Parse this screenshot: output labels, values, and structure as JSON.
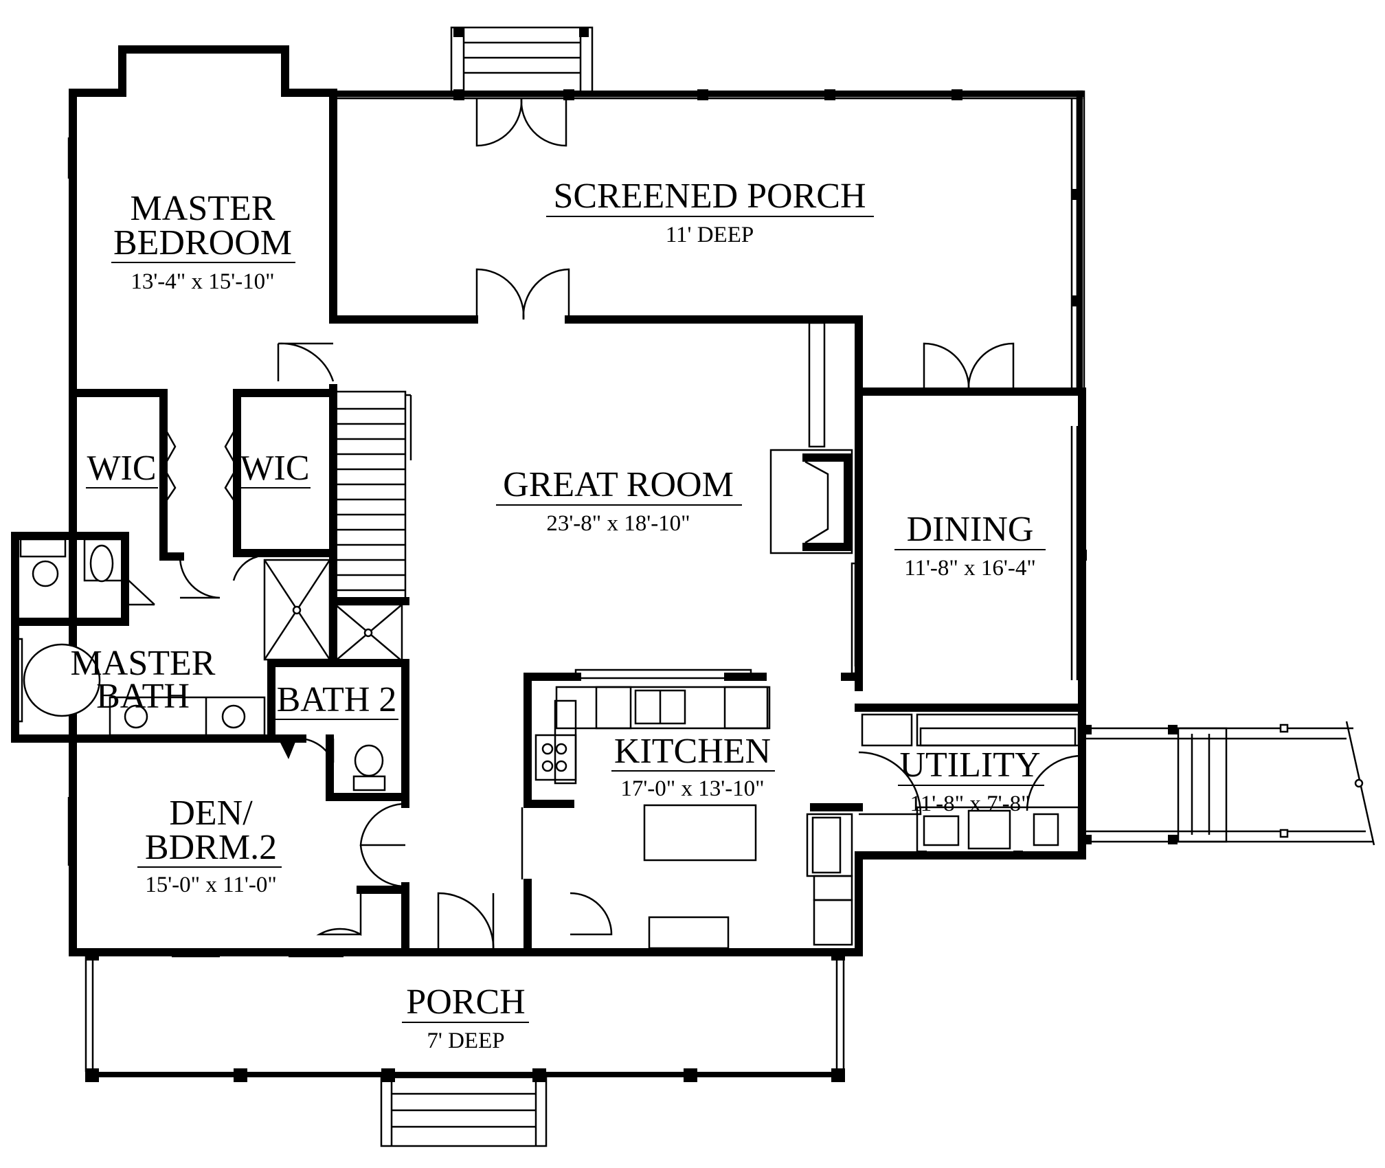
{
  "rooms": {
    "master_bedroom": {
      "line1": "MASTER",
      "line2": "BEDROOM",
      "dims": "13'-4\" x 15'-10\""
    },
    "screened_porch": {
      "name": "SCREENED PORCH",
      "dims": "11' DEEP"
    },
    "wic_left": {
      "name": "WIC"
    },
    "wic_right": {
      "name": "WIC"
    },
    "great_room": {
      "name": "GREAT ROOM",
      "dims": "23'-8\" x 18'-10\""
    },
    "dining": {
      "name": "DINING",
      "dims": "11'-8\" x 16'-4\""
    },
    "master_bath": {
      "line1": "MASTER",
      "line2": "BATH"
    },
    "bath_2": {
      "name": "BATH 2"
    },
    "kitchen": {
      "name": "KITCHEN",
      "dims": "17'-0\" x 13'-10\""
    },
    "utility": {
      "name": "UTILITY",
      "dims": "11'-8\" x 7'-8\""
    },
    "den": {
      "line1": "DEN/",
      "line2": "BDRM.2",
      "dims": "15'-0\" x 11'-0\""
    },
    "porch": {
      "name": "PORCH",
      "dims": "7' DEEP"
    }
  }
}
